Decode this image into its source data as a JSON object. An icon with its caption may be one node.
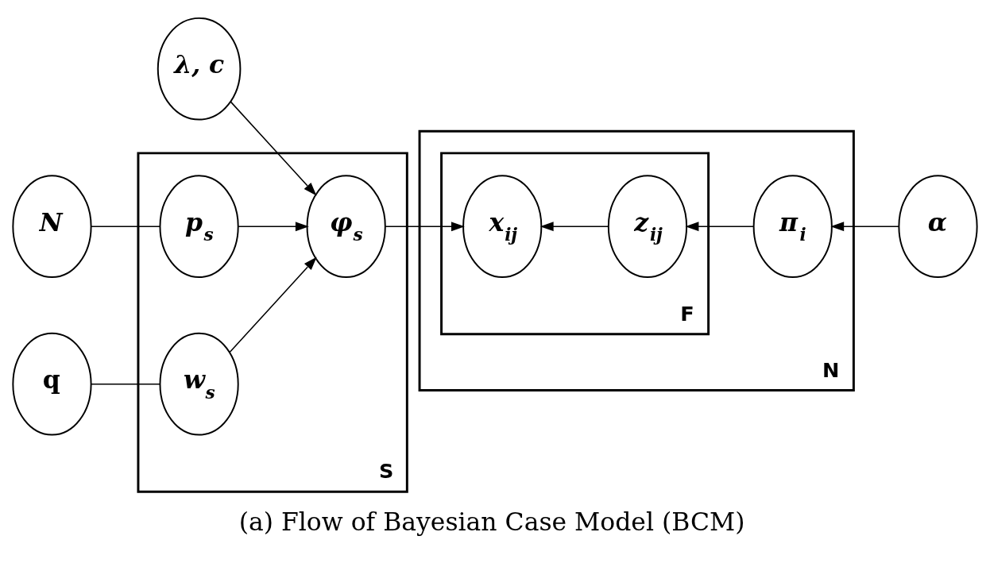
{
  "diagram": {
    "caption": "(a) Flow of Bayesian Case Model (BCM)",
    "nodes": [
      {
        "text": [
          "λ, c"
        ]
      },
      {
        "text": [
          "N"
        ]
      },
      {
        "text": [
          "S"
        ]
      },
      {
        "text": [
          "p$_{s}$"
        ],
        "in": 2
      },
      {
        "text": [
          "φ$_{s}$"
        ],
        "in": 2
      },
      {
        "text": [
          "q"
        ]
      },
      {
        "text": [
          "w$_{s}$"
        ],
        "in": 2
      },
      {
        "text": [
          "N"
        ]
      },
      {
        "text": [
          "F"
        ],
        "in": 7
      },
      {
        "text": [
          "x$_{ij}$"
        ],
        "in": 8
      },
      {
        "text": [
          "z$_{ij}$"
        ],
        "in": 8
      },
      {
        "text": [
          "π$_{i}$"
        ],
        "in": 7
      },
      {
        "text": [
          "α"
        ]
      }
    ],
    "edges": [
      {
        "from": 1,
        "to": 3,
        "arrow": "none"
      },
      {
        "from": 5,
        "to": 6,
        "arrow": "none"
      },
      {
        "from": 3,
        "to": 4,
        "arrow": "to"
      },
      {
        "from": 0,
        "to": 4,
        "arrow": "to"
      },
      {
        "from": 6,
        "to": 4,
        "arrow": "to"
      },
      {
        "from": 4,
        "to": 9,
        "arrow": "to"
      },
      {
        "from": 10,
        "to": 9,
        "arrow": "to"
      },
      {
        "from": 11,
        "to": 10,
        "arrow": "to"
      },
      {
        "from": 12,
        "to": 11,
        "arrow": "to"
      }
    ]
  }
}
